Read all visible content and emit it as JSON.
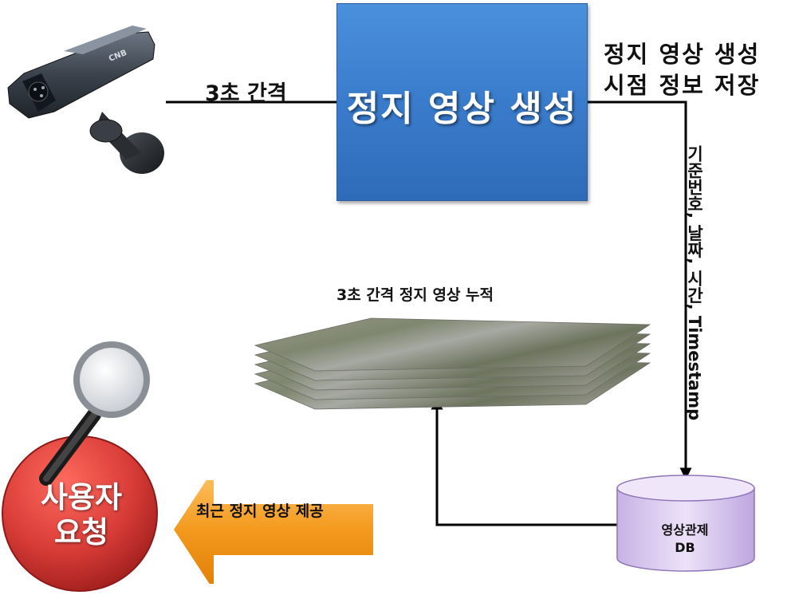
{
  "camera": {
    "brand": "CNB",
    "icon": "cctv-camera-icon"
  },
  "arrows": {
    "capture_interval": "3초 간격"
  },
  "generator": {
    "label": "정지 영상 생성"
  },
  "storage_note": {
    "line1": "정지 영상 생성",
    "line2": "시점 정보 저장"
  },
  "metadata_label": "기준번호, 날짜, 시간, Timestamp",
  "stack": {
    "label": "3초 간격 정지 영상 누적",
    "layers": 5
  },
  "database": {
    "line1": "영상관제",
    "line2": "DB",
    "icon": "database-cylinder-icon"
  },
  "provide_label": "최근 정지 영상 제공",
  "user_request": {
    "line1": "사용자",
    "line2": "요청",
    "icon": "magnifier-icon"
  },
  "colors": {
    "box": "#3a7ccc",
    "user_button": "#d73b36",
    "orange_arrow": "#f39a1e",
    "db": "#dcc9f0"
  }
}
